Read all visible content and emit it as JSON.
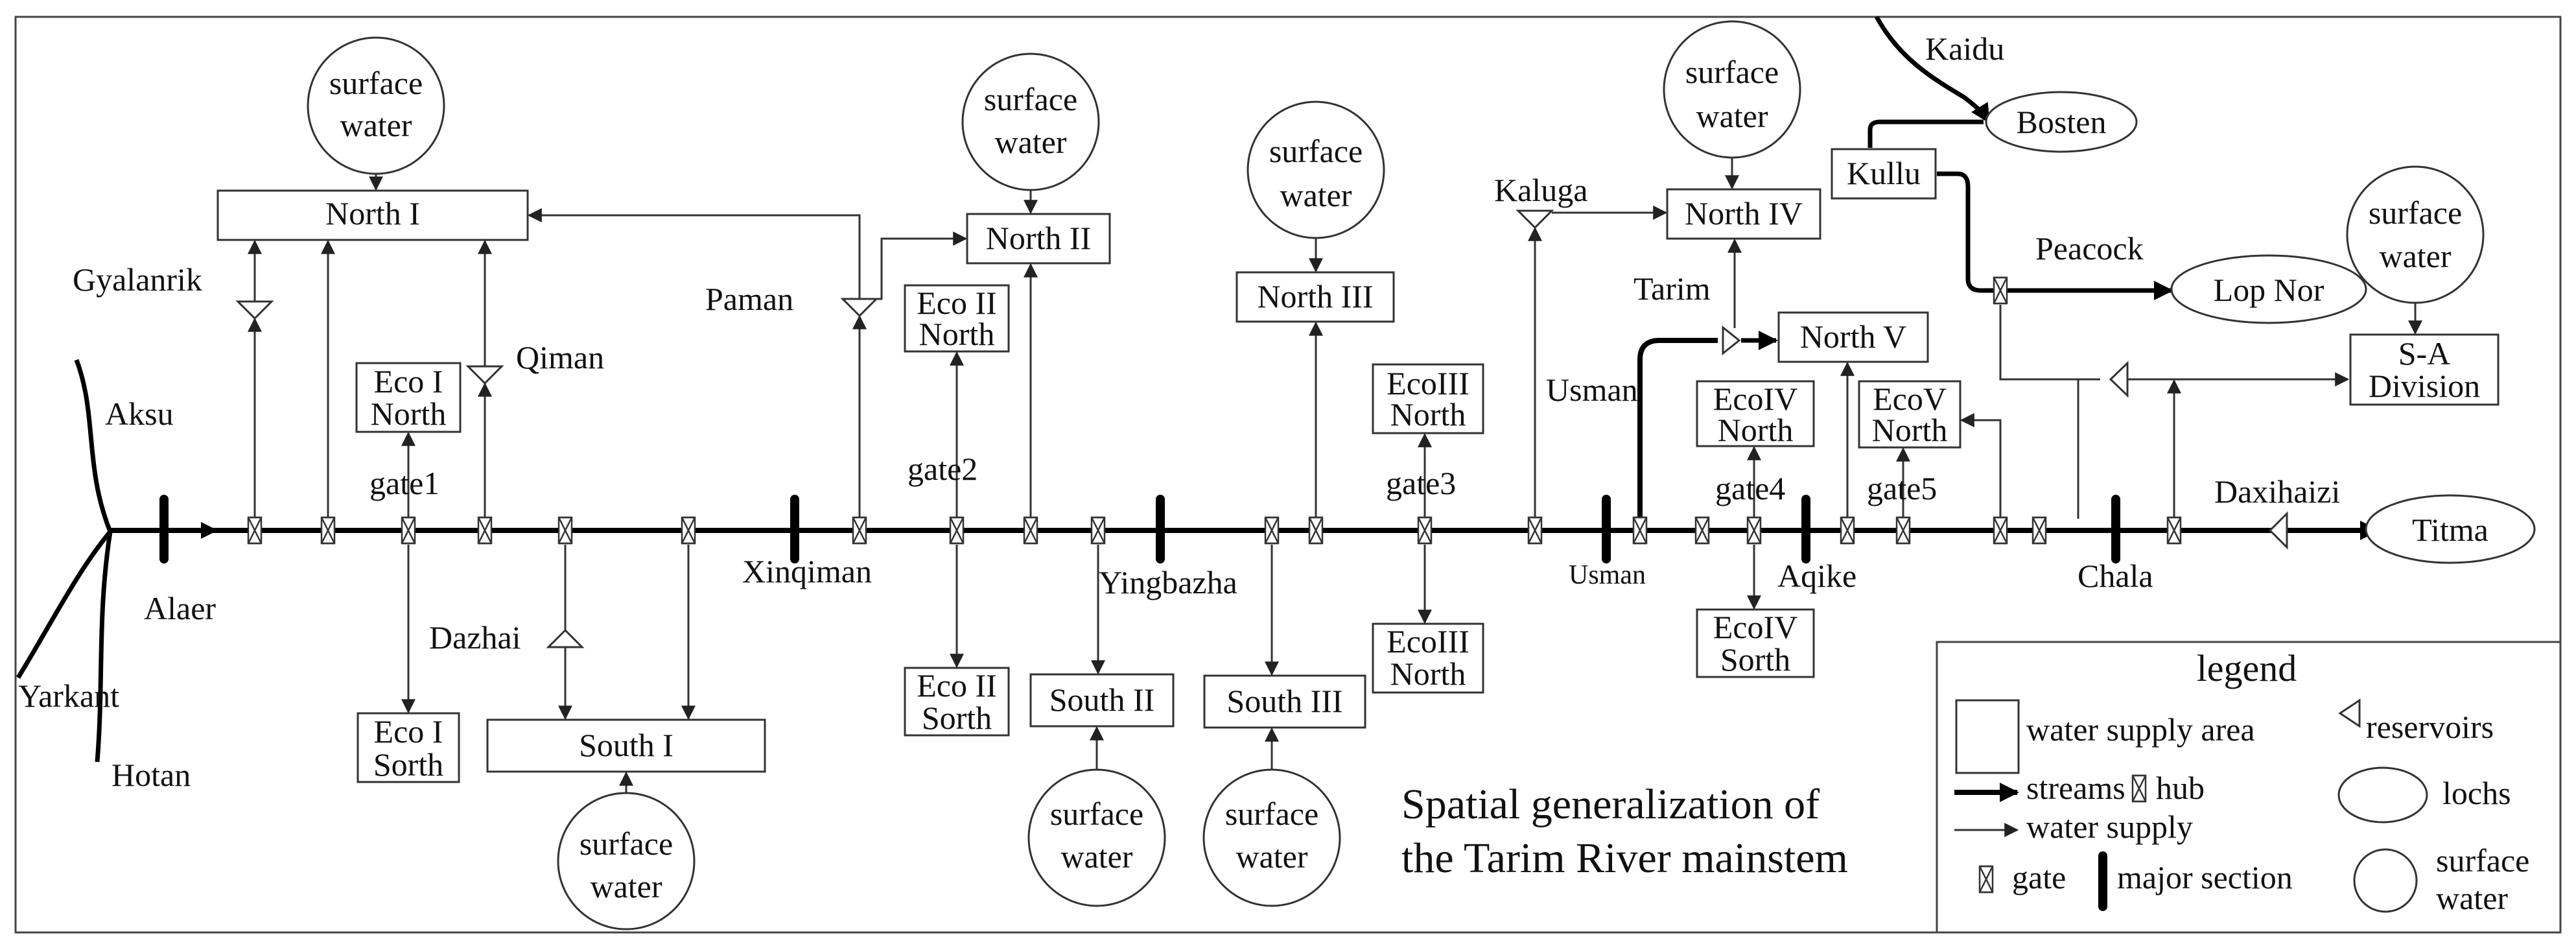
{
  "title_line1": "Spatial generalization of",
  "title_line2": "the Tarim River mainstem",
  "rivers": {
    "aksu": "Aksu",
    "yarkant": "Yarkant",
    "hotan": "Hotan",
    "kaidu": "Kaidu",
    "peacock": "Peacock"
  },
  "sections": {
    "alaer": "Alaer",
    "xinqiman": "Xinqiman",
    "yingbazha": "Yingbazha",
    "usman": "Usman",
    "aqike": "Aqike",
    "chala": "Chala"
  },
  "reservoirs": {
    "gyalanrik": "Gyalanrik",
    "qiman": "Qiman",
    "paman": "Paman",
    "dazhai": "Dazhai",
    "kaluga": "Kaluga",
    "tarim": "Tarim",
    "usman": "Usman",
    "daxihaizi": "Daxihaizi"
  },
  "gates": {
    "gate1": "gate1",
    "gate2": "gate2",
    "gate3": "gate3",
    "gate4": "gate4",
    "gate5": "gate5"
  },
  "areas": {
    "north1": "North I",
    "north2": "North II",
    "north3": "North III",
    "north4": "North IV",
    "north5": "North V",
    "south1": "South I",
    "south2": "South II",
    "south3": "South III",
    "kullu": "Kullu",
    "sa_line1": "S-A",
    "sa_line2": "Division",
    "eco1n_1": "Eco I",
    "eco1n_2": "North",
    "eco1s_1": "Eco I",
    "eco1s_2": "Sorth",
    "eco2n_1": "Eco II",
    "eco2n_2": "North",
    "eco2s_1": "Eco II",
    "eco2s_2": "Sorth",
    "eco3n_1": "EcoIII",
    "eco3n_2": "North",
    "eco3s_1": "EcoIII",
    "eco3s_2": "North",
    "eco4n_1": "EcoIV",
    "eco4n_2": "North",
    "eco4s_1": "EcoIV",
    "eco4s_2": "Sorth",
    "eco5n_1": "EcoV",
    "eco5n_2": "North"
  },
  "lakes": {
    "bosten": "Bosten",
    "lopnor": "Lop Nor",
    "titma": "Titma"
  },
  "surface_water_line1": "surface",
  "surface_water_line2": "water",
  "legend": {
    "title": "legend",
    "water_supply_area": "water supply area",
    "reservoirs": "reservoirs",
    "streams": "streams",
    "hub": "hub",
    "lochs": "lochs",
    "water_supply": "water supply",
    "gate": "gate",
    "major_section": "major section",
    "surface_line1": "surface",
    "surface_line2": "water"
  }
}
